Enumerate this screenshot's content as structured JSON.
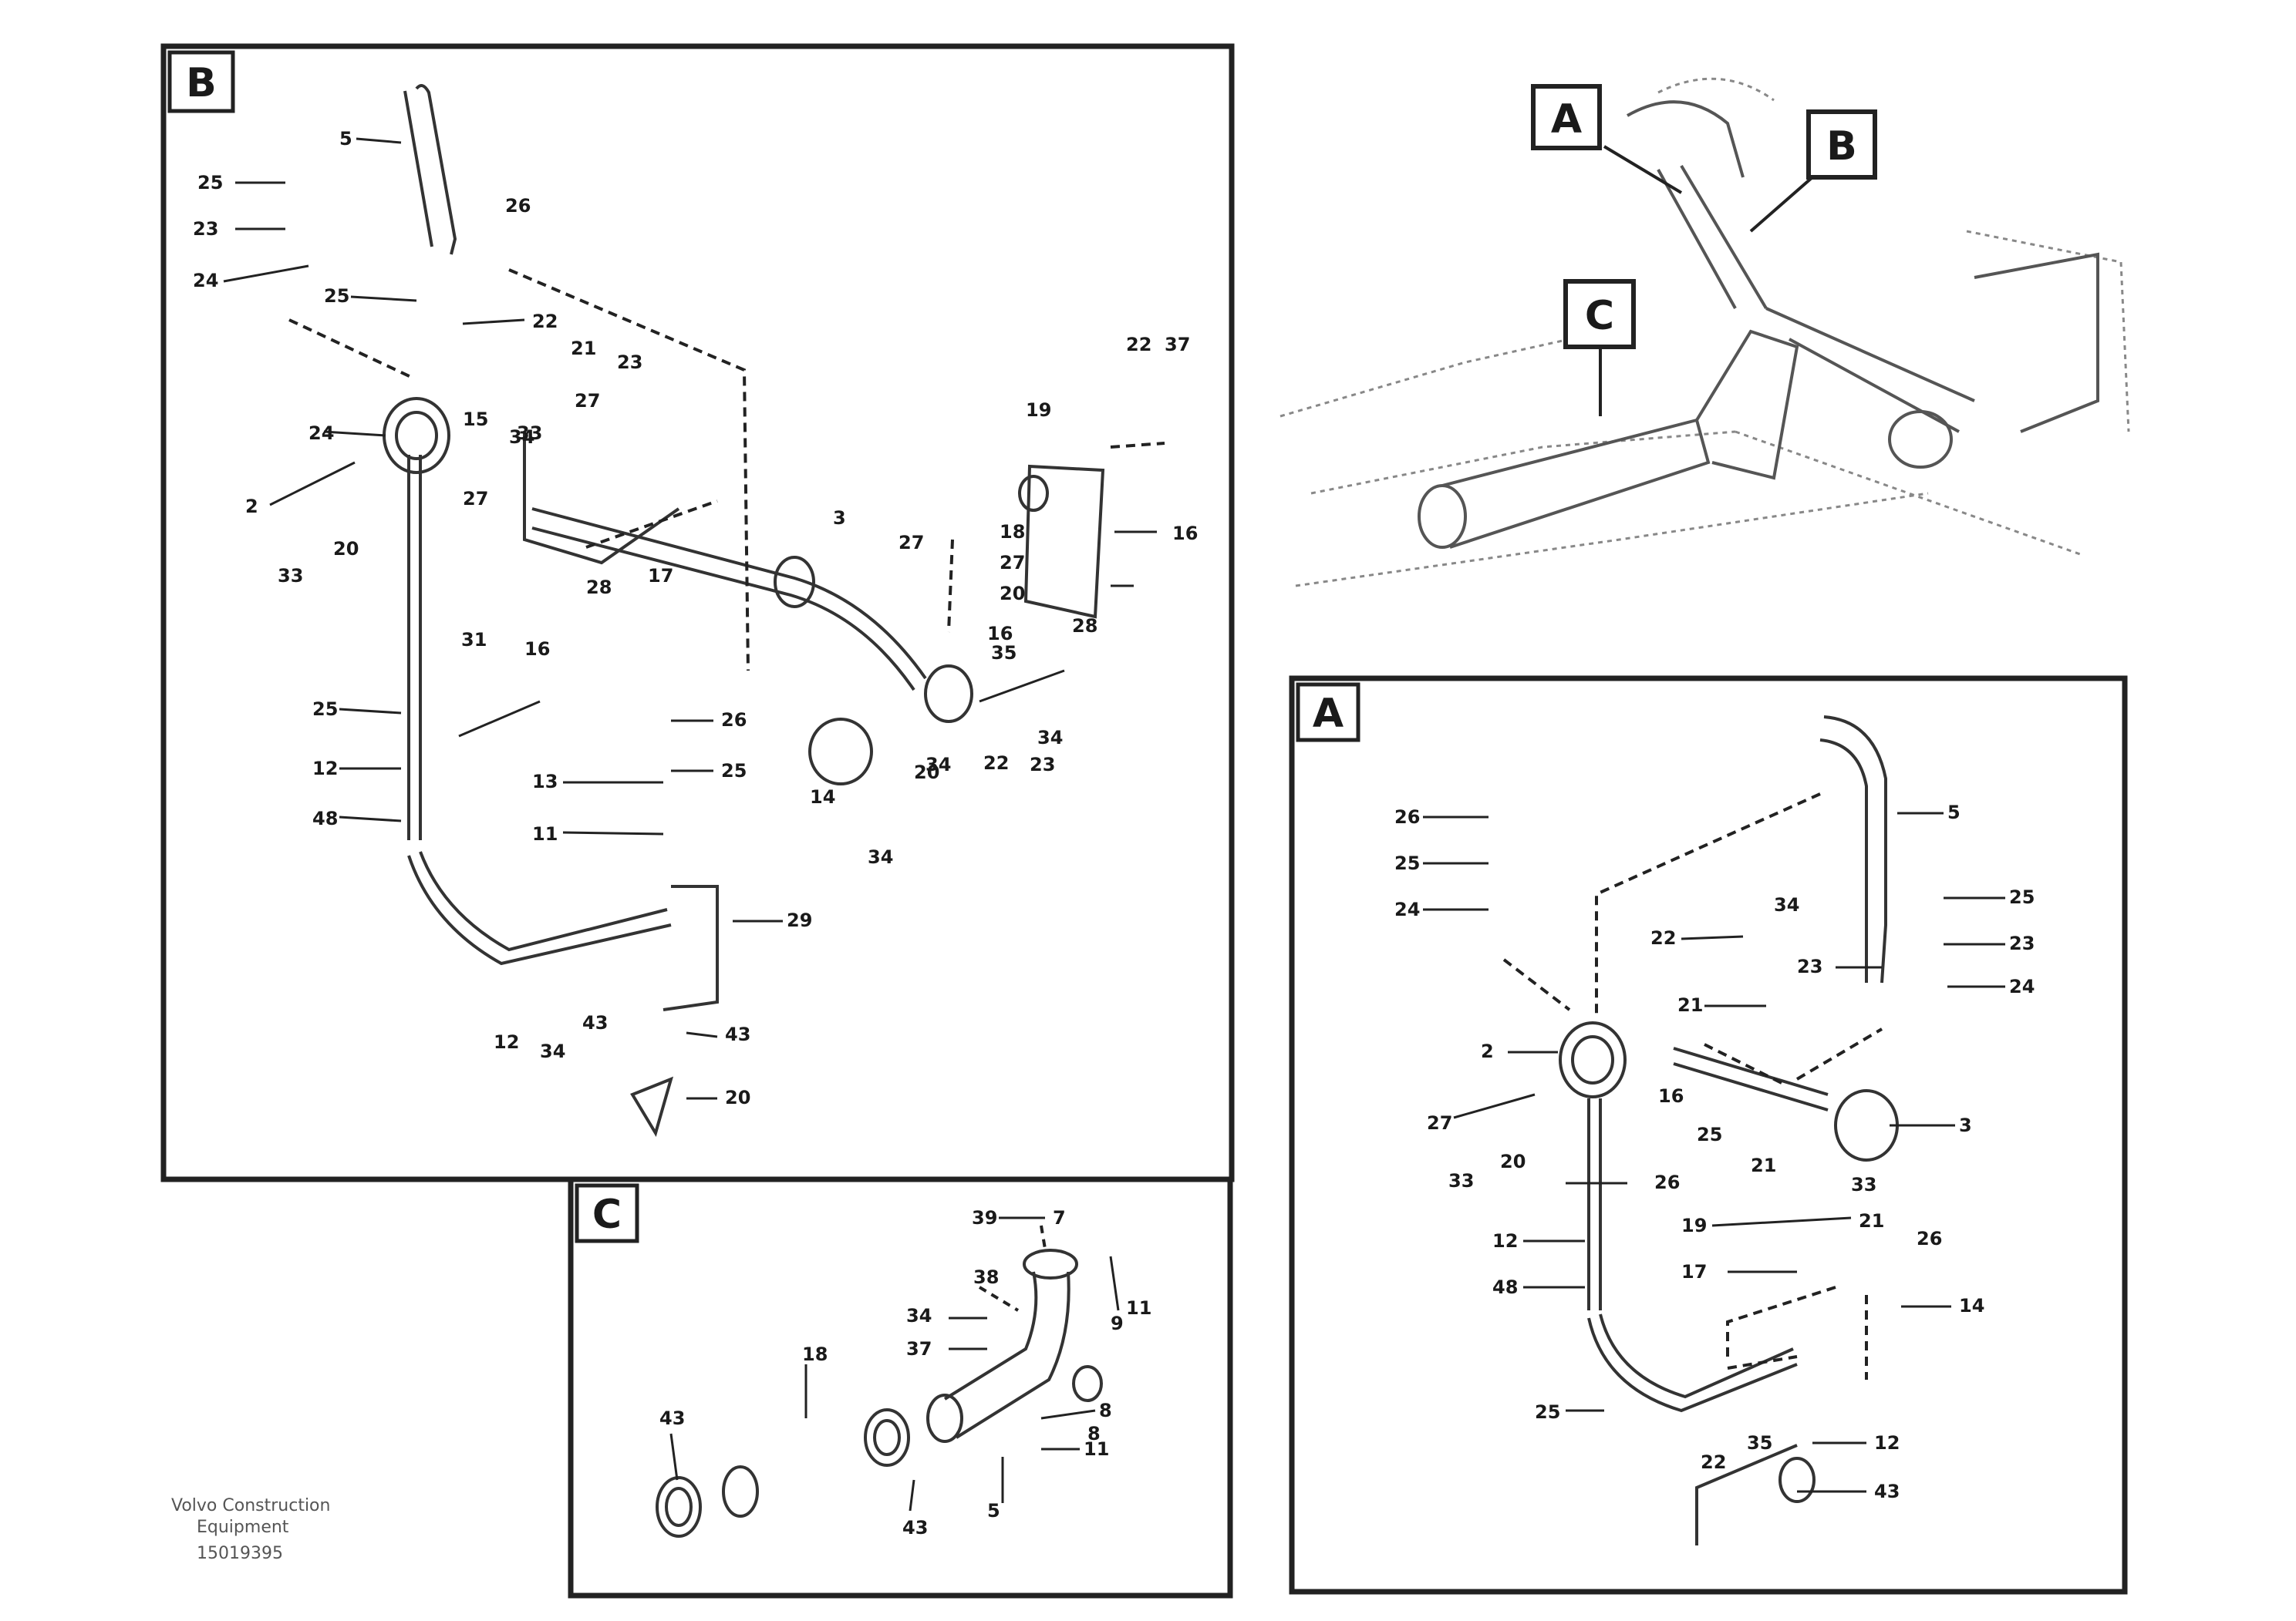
{
  "panels": {
    "B": {
      "label": "B",
      "callouts": [
        "5",
        "25",
        "23",
        "24",
        "26",
        "25",
        "22",
        "21",
        "23",
        "24",
        "2",
        "15",
        "27",
        "34",
        "33",
        "20",
        "33",
        "27",
        "16",
        "17",
        "28",
        "31",
        "25",
        "12",
        "48",
        "26",
        "25",
        "29",
        "13",
        "11",
        "43",
        "19",
        "27",
        "18",
        "27",
        "20",
        "28",
        "16",
        "14",
        "34",
        "20",
        "12",
        "43",
        "34",
        "20",
        "34",
        "22",
        "37",
        "16",
        "35",
        "3",
        "34",
        "22",
        "23"
      ]
    },
    "A": {
      "label": "A",
      "callouts": [
        "26",
        "25",
        "24",
        "22",
        "34",
        "5",
        "25",
        "23",
        "24",
        "2",
        "23",
        "16",
        "20",
        "27",
        "33",
        "26",
        "25",
        "12",
        "48",
        "21",
        "3",
        "21",
        "33",
        "19",
        "17",
        "21",
        "25",
        "26",
        "14",
        "22",
        "35",
        "12",
        "43"
      ]
    },
    "C": {
      "label": "C",
      "callouts": [
        "39",
        "7",
        "34",
        "37",
        "43",
        "18",
        "11",
        "9",
        "8",
        "38",
        "5",
        "8",
        "11",
        "43"
      ]
    },
    "overview": {
      "label_a": "A",
      "label_b": "B",
      "label_c": "C"
    }
  },
  "reference": {
    "line1": "Volvo Construction",
    "line2": "Equipment",
    "line3": "15019395"
  }
}
